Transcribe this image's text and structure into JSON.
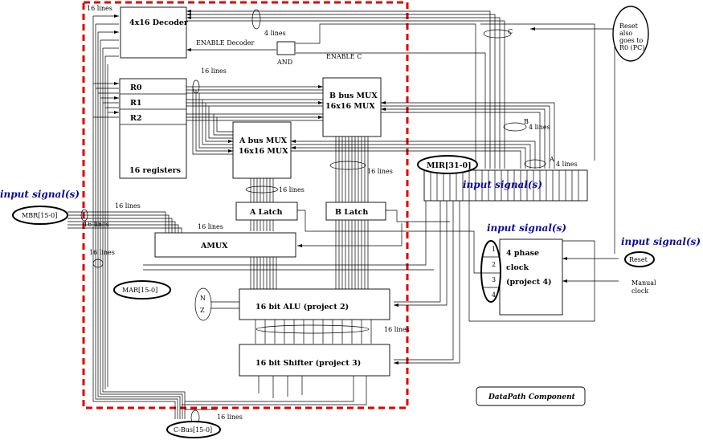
{
  "title_box": "DataPath Component",
  "blocks": {
    "decoder": "4x16 Decoder",
    "enable_decoder": "ENABLE Decoder",
    "and_gate": "AND",
    "enable_c": "ENABLE C",
    "r0": "R0",
    "r1": "R1",
    "r2": "R2",
    "registers": "16 registers",
    "bbus_mux_1": "B bus MUX",
    "bbus_mux_2": "16x16 MUX",
    "abus_mux_1": "A bus MUX",
    "abus_mux_2": "16x16 MUX",
    "a_latch": "A Latch",
    "b_latch": "B Latch",
    "amux": "AMUX",
    "alu": "16 bit ALU (project 2)",
    "shifter": "16 bit Shifter (project 3)",
    "clock_1": "4 phase",
    "clock_2": "clock",
    "clock_3": "(project 4)",
    "phase_1": "1",
    "phase_2": "2",
    "phase_3": "3",
    "phase_4": "4",
    "flag_n": "N",
    "flag_z": "Z"
  },
  "ovals": {
    "mbr": "MBR[15-0]",
    "mar": "MAR[15-0]",
    "mir": "MIR[31-0]",
    "cbus": "C-Bus[15-0]",
    "reset": "Reset",
    "reset_note_1": "Reset",
    "reset_note_2": "also",
    "reset_note_3": "goes to",
    "reset_note_4": "R0 (PC)"
  },
  "labels": {
    "lines16": "16 lines",
    "lines4": "4 lines",
    "c": "C",
    "b": "B",
    "a": "A",
    "manual_1": "Manual",
    "manual_2": "clock"
  },
  "signals": {
    "input": "input signal(s)"
  },
  "colors": {
    "dashed_border": "#e00000",
    "signal_text": "#0a0aa0"
  }
}
